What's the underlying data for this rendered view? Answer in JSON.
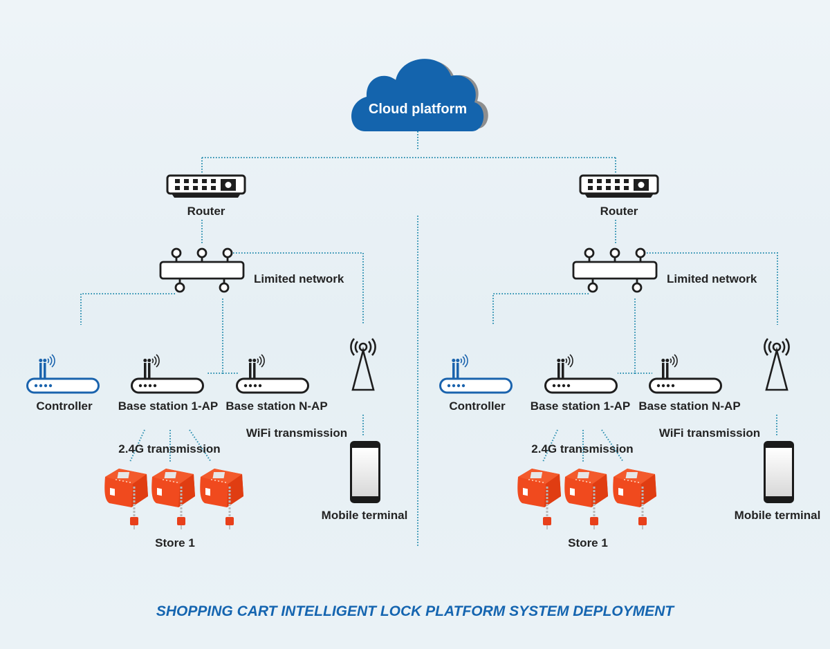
{
  "title": "SHOPPING CART INTELLIGENT LOCK PLATFORM SYSTEM DEPLOYMENT",
  "cloud": {
    "label": "Cloud platform",
    "icon": "cloud-icon"
  },
  "colors": {
    "cloud": "#1464ad",
    "cloud_shadow": "#8e8e8e",
    "title": "#1565b0",
    "controller": "#1a63ad",
    "connector": "#2b8fb0",
    "lock": "#f04a1e",
    "text": "#232323"
  },
  "branches": [
    {
      "id": "left",
      "router": {
        "label": "Router",
        "icon": "router-icon"
      },
      "network": {
        "label": "Limited network",
        "icon": "network-hub-icon"
      },
      "controller": {
        "label": "Controller",
        "icon": "wireless-controller-icon"
      },
      "base_station_1": {
        "label": "Base station 1-AP",
        "icon": "access-point-icon"
      },
      "base_station_n": {
        "label": "Base station N-AP",
        "icon": "access-point-icon"
      },
      "wifi_tower": {
        "label": "WiFi transmission",
        "icon": "antenna-tower-icon"
      },
      "mobile": {
        "label": "Mobile terminal",
        "icon": "smartphone-icon"
      },
      "transmission": {
        "label": "2.4G transmission"
      },
      "store": {
        "label": "Store 1",
        "lock_count": 3,
        "icon": "cart-lock-icon"
      }
    },
    {
      "id": "right",
      "router": {
        "label": "Router",
        "icon": "router-icon"
      },
      "network": {
        "label": "Limited network",
        "icon": "network-hub-icon"
      },
      "controller": {
        "label": "Controller",
        "icon": "wireless-controller-icon"
      },
      "base_station_1": {
        "label": "Base station 1-AP",
        "icon": "access-point-icon"
      },
      "base_station_n": {
        "label": "Base station N-AP",
        "icon": "access-point-icon"
      },
      "wifi_tower": {
        "label": "WiFi transmission",
        "icon": "antenna-tower-icon"
      },
      "mobile": {
        "label": "Mobile terminal",
        "icon": "smartphone-icon"
      },
      "transmission": {
        "label": "2.4G transmission"
      },
      "store": {
        "label": "Store 1",
        "lock_count": 3,
        "icon": "cart-lock-icon"
      }
    }
  ]
}
